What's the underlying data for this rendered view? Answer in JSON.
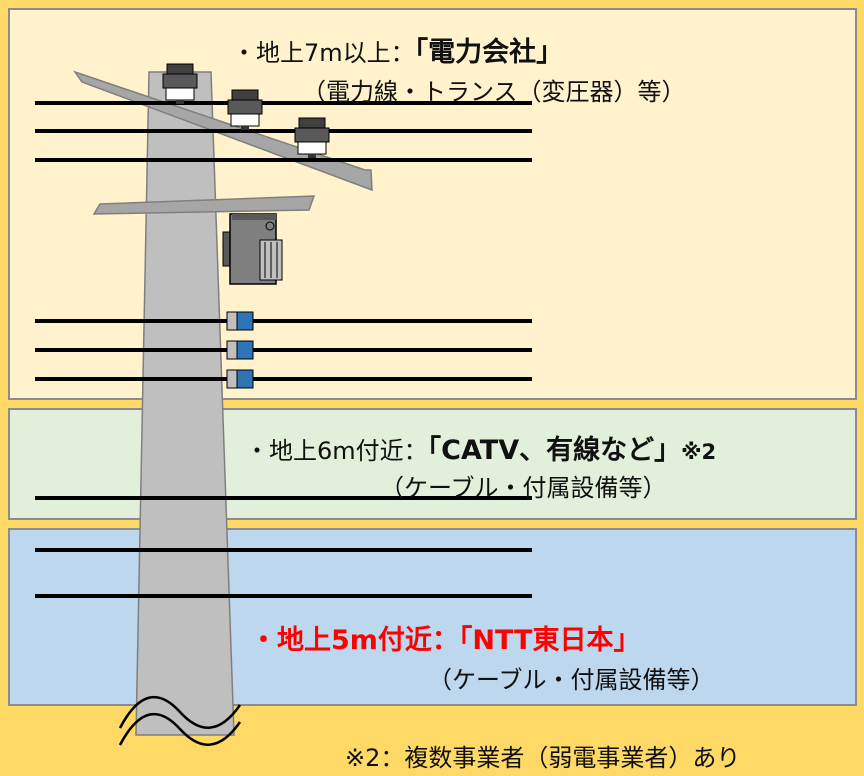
{
  "zones": {
    "power": {
      "prefix": "・地上7m以上：",
      "name": "「電力会社」",
      "detail": "（電力線・トランス（変圧器）等）"
    },
    "catv": {
      "prefix": "・地上6m付近：",
      "name": "「CATV、有線など」",
      "mark": "※2",
      "detail": "（ケーブル・付属設備等）"
    },
    "ntt": {
      "label": "・地上5m付近：「NTT東日本」",
      "detail": "（ケーブル・付属設備等）"
    }
  },
  "footnote": "※2：複数事業者（弱電事業者）あり",
  "colors": {
    "background": "#FFD966",
    "power_zone": "#FFF2CC",
    "catv_zone": "#E2EFDA",
    "ntt_zone": "#BDD7EE",
    "ntt_label": "#FF0000",
    "pole": "#BFBFBF"
  }
}
